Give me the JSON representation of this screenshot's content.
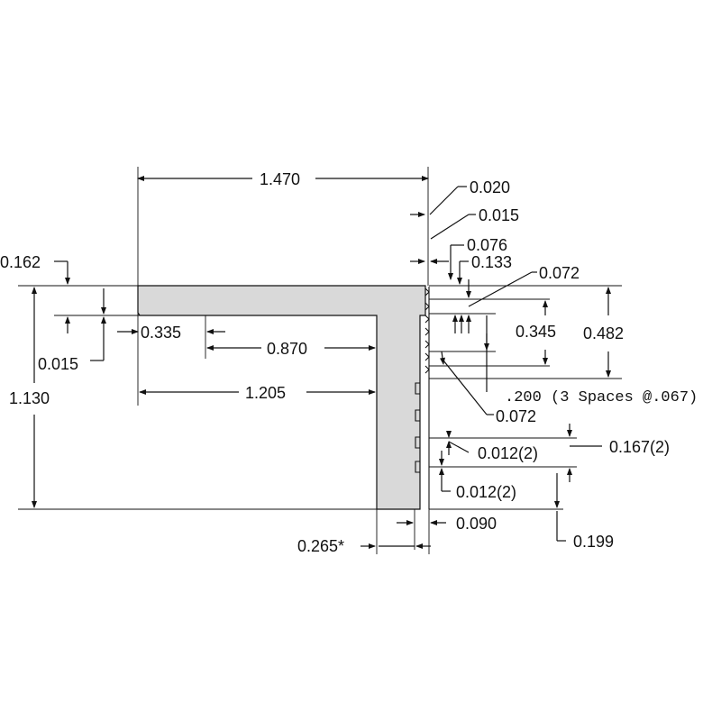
{
  "colors": {
    "profile_fill": "#d9d9d9",
    "line": "#111111",
    "background": "#ffffff"
  },
  "dimensions": {
    "overall_width": "1.470",
    "d_0_020": "0.020",
    "d_0_015_top": "0.015",
    "d_0_076": "0.076",
    "d_0_133": "0.133",
    "d_0_072_top": "0.072",
    "d_0_162": "0.162",
    "d_0_015_left": "0.015",
    "d_0_335": "0.335",
    "d_0_870": "0.870",
    "overall_height": "1.130",
    "d_1_205": "1.205",
    "d_0_345": "0.345",
    "d_0_482": "0.482",
    "spacing_note": ".200 (3 Spaces @.067)",
    "d_0_072_bottom": "0.072",
    "d_0_012_a": "0.012(2)",
    "d_0_167": "0.167(2)",
    "d_0_012_b": "0.012(2)",
    "d_0_265": "0.265*",
    "d_0_090": "0.090",
    "d_0_199": "0.199"
  }
}
